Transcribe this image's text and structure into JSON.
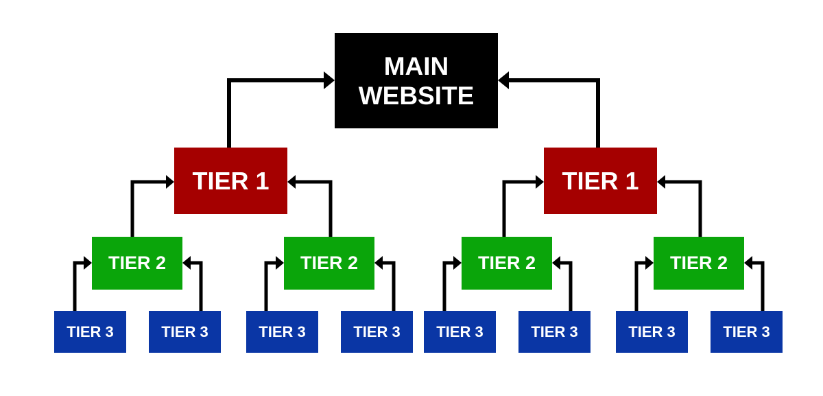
{
  "diagram": {
    "title": "Link tier hierarchy",
    "colors": {
      "main": "#000000",
      "tier1": "#a50000",
      "tier2": "#0aa50a",
      "tier3": "#0a36a5",
      "arrow": "#000000",
      "text": "#ffffff"
    },
    "main": {
      "label": "MAIN\nWEBSITE"
    },
    "tier1": [
      {
        "label": "TIER 1",
        "links_to": "main"
      },
      {
        "label": "TIER 1",
        "links_to": "main"
      }
    ],
    "tier2": [
      {
        "label": "TIER 2",
        "links_to": "tier1.0"
      },
      {
        "label": "TIER 2",
        "links_to": "tier1.0"
      },
      {
        "label": "TIER 2",
        "links_to": "tier1.1"
      },
      {
        "label": "TIER 2",
        "links_to": "tier1.1"
      }
    ],
    "tier3": [
      {
        "label": "TIER 3",
        "links_to": "tier2.0"
      },
      {
        "label": "TIER 3",
        "links_to": "tier2.0"
      },
      {
        "label": "TIER 3",
        "links_to": "tier2.1"
      },
      {
        "label": "TIER 3",
        "links_to": "tier2.1"
      },
      {
        "label": "TIER 3",
        "links_to": "tier2.2"
      },
      {
        "label": "TIER 3",
        "links_to": "tier2.2"
      },
      {
        "label": "TIER 3",
        "links_to": "tier2.3"
      },
      {
        "label": "TIER 3",
        "links_to": "tier2.3"
      }
    ]
  }
}
